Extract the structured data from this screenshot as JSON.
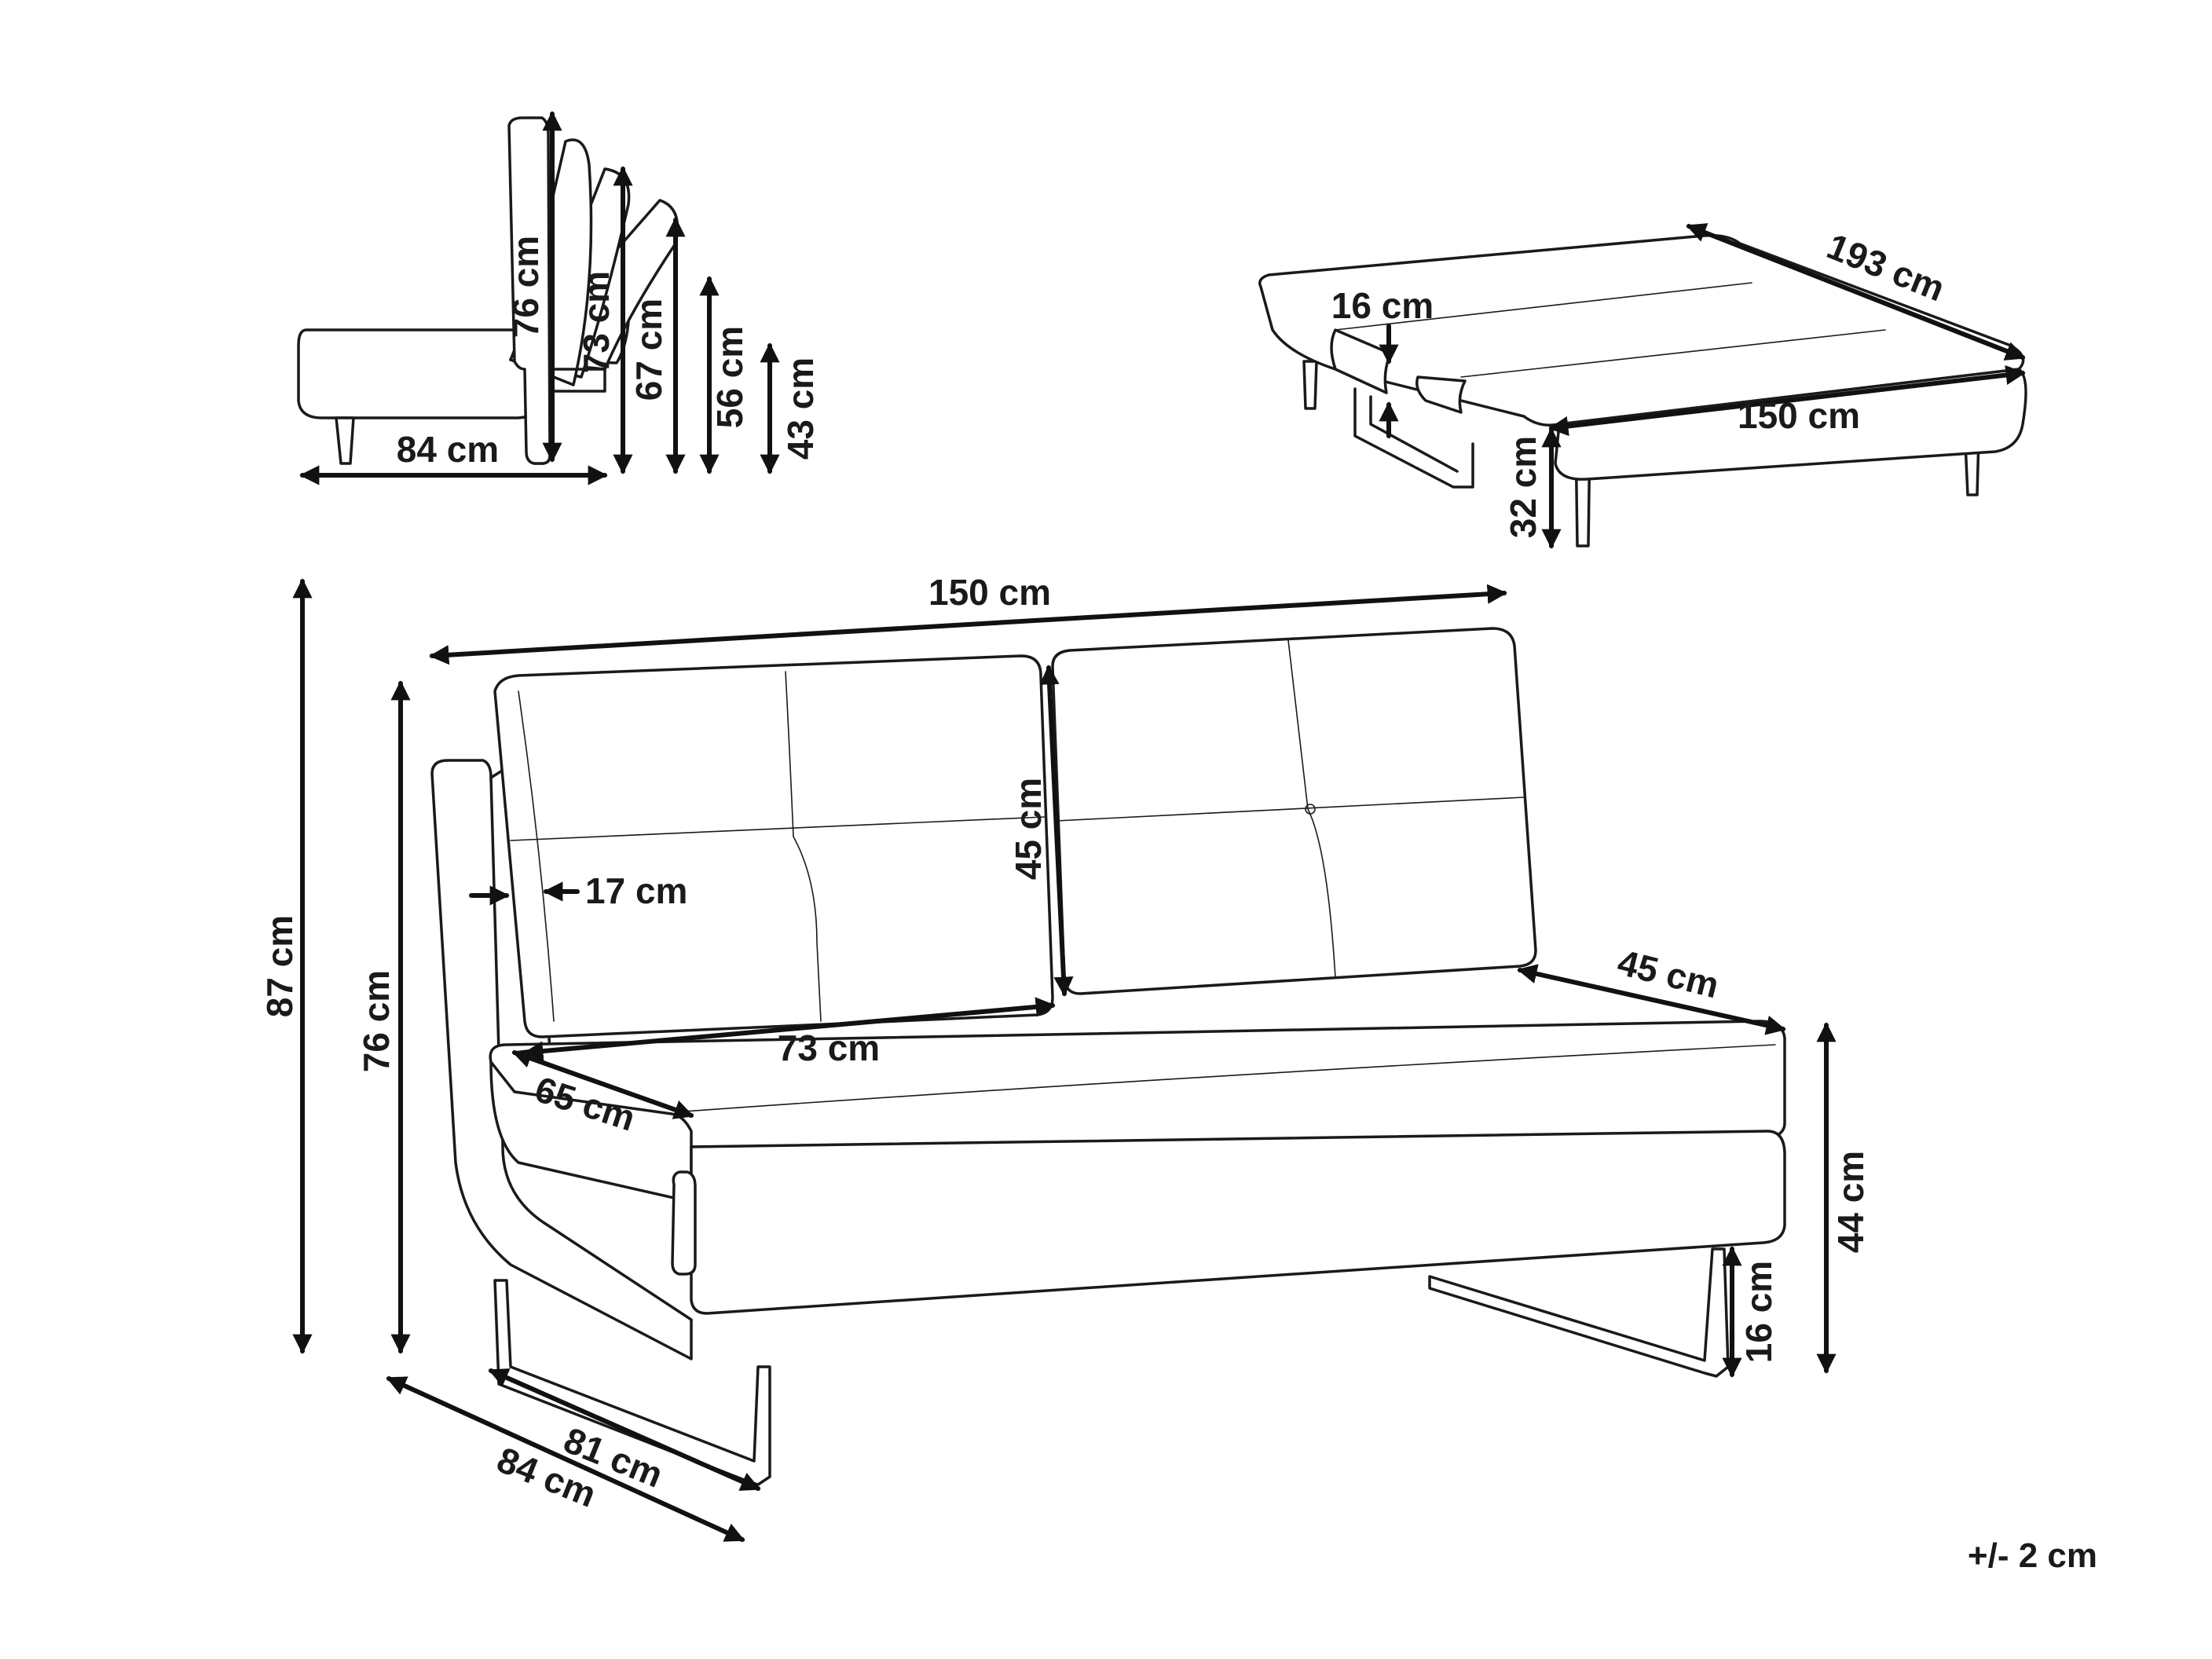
{
  "colors": {
    "ink": "#1a1a1a",
    "background": "#ffffff"
  },
  "side_view": {
    "depth": "84 cm",
    "heights": [
      "76 cm",
      "73 cm",
      "67 cm",
      "56 cm",
      "43 cm"
    ]
  },
  "bed_view": {
    "length": "193 cm",
    "width": "150 cm",
    "mattress_height": "16 cm",
    "bed_height": "32 cm"
  },
  "sofa_view": {
    "overall_width": "150 cm",
    "overall_height": "87 cm",
    "back_height": "76 cm",
    "cushion_height": "45 cm",
    "cushion_thickness": "17 cm",
    "cushion_width": "73 cm",
    "seat_depth": "65 cm",
    "arm_depth": "45 cm",
    "seat_height": "44 cm",
    "base_height": "16 cm",
    "inner_depth": "81 cm",
    "overall_depth": "84 cm"
  },
  "tolerance": "+/- 2 cm"
}
